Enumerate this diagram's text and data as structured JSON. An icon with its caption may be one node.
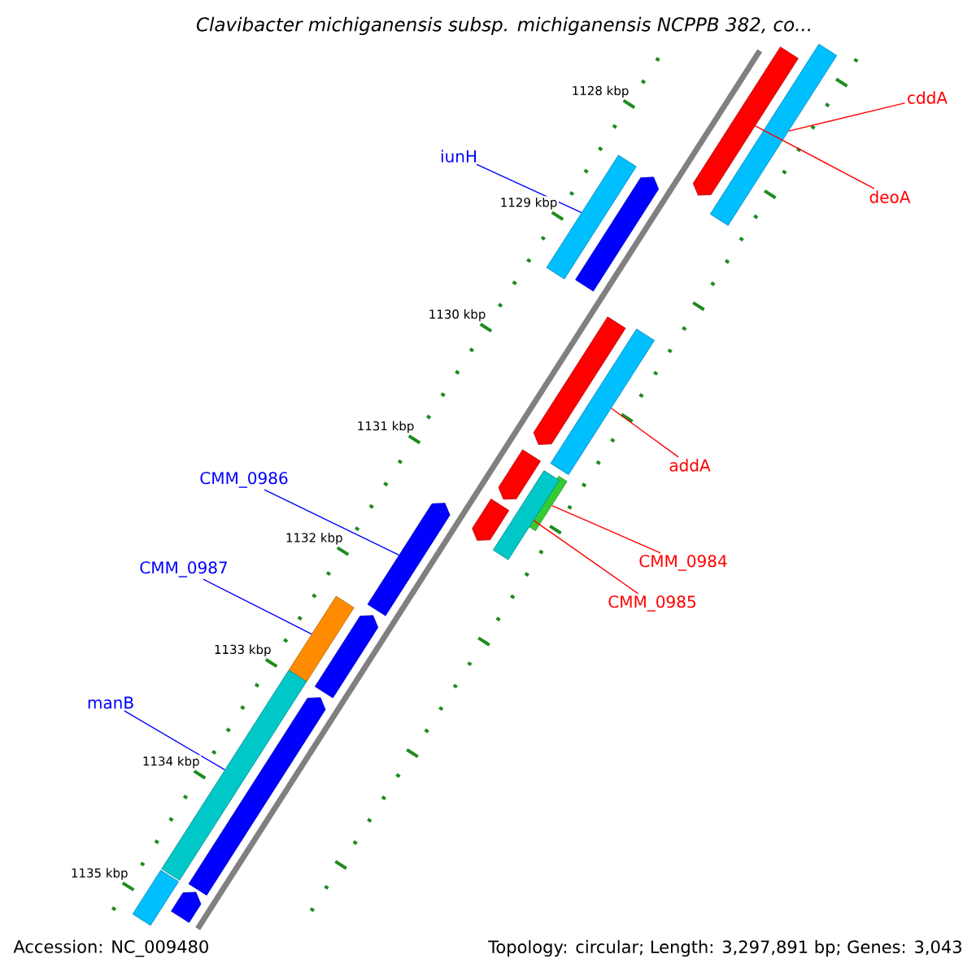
{
  "diagram": {
    "title": "Clavibacter michiganensis subsp. michiganensis NCPPB 382, co...",
    "nodes": [
      {
        "text": [
          "iunH"
        ]
      },
      {
        "text": [
          "cddA"
        ]
      },
      {
        "text": [
          "deoA"
        ]
      },
      {
        "text": [
          "addA"
        ]
      },
      {
        "text": [
          "CMM_0984"
        ]
      },
      {
        "text": [
          "CMM_0985"
        ]
      },
      {
        "text": [
          "CMM_0986"
        ]
      },
      {
        "text": [
          "CMM_0987"
        ]
      },
      {
        "text": [
          "manB"
        ]
      },
      {
        "text": [],
        "shape": "bar"
      },
      {
        "text": [],
        "shape": "bar"
      },
      {
        "text": [],
        "shape": "bar"
      },
      {
        "text": [],
        "shape": "bar"
      },
      {
        "text": [],
        "shape": "bar"
      },
      {
        "text": [],
        "shape": "bar"
      },
      {
        "text": [],
        "shape": "bar"
      },
      {
        "text": [],
        "shape": "bar"
      },
      {
        "text": [],
        "shape": "bar"
      },
      {
        "text": [],
        "shape": "bar"
      },
      {
        "text": [],
        "shape": "bar"
      },
      {
        "text": [],
        "shape": "bar"
      },
      {
        "text": [],
        "shape": "bar"
      },
      {
        "text": [],
        "shape": "bar"
      },
      {
        "text": [],
        "shape": "bar"
      },
      {
        "text": [],
        "shape": "bar"
      },
      {
        "text": [],
        "shape": "bar"
      }
    ],
    "edges": [
      {
        "from": 0,
        "to": 11,
        "arrow": "none",
        "color": "#0000ff"
      },
      {
        "from": 1,
        "to": 10,
        "arrow": "none",
        "color": "#ff0000"
      },
      {
        "from": 2,
        "to": 9,
        "arrow": "none",
        "color": "#ff0000"
      },
      {
        "from": 3,
        "to": 14,
        "arrow": "none",
        "color": "#ff0000"
      },
      {
        "from": 4,
        "to": 16,
        "arrow": "none",
        "color": "#ff0000"
      },
      {
        "from": 5,
        "to": 17,
        "arrow": "none",
        "color": "#ff0000"
      },
      {
        "from": 6,
        "to": 19,
        "arrow": "none",
        "color": "#0000ff"
      },
      {
        "from": 7,
        "to": 20,
        "arrow": "none",
        "color": "#0000ff"
      },
      {
        "from": 8,
        "to": 22,
        "arrow": "none",
        "color": "#0000ff"
      }
    ],
    "labels": [
      "1128 kbp",
      "1129 kbp",
      "1130 kbp",
      "1131 kbp",
      "1132 kbp",
      "1133 kbp",
      "1134 kbp",
      "1135 kbp",
      "Accession: NC_009480",
      "Topology: circular; Length: 3,297,891 bp; Genes: 3,043"
    ]
  }
}
